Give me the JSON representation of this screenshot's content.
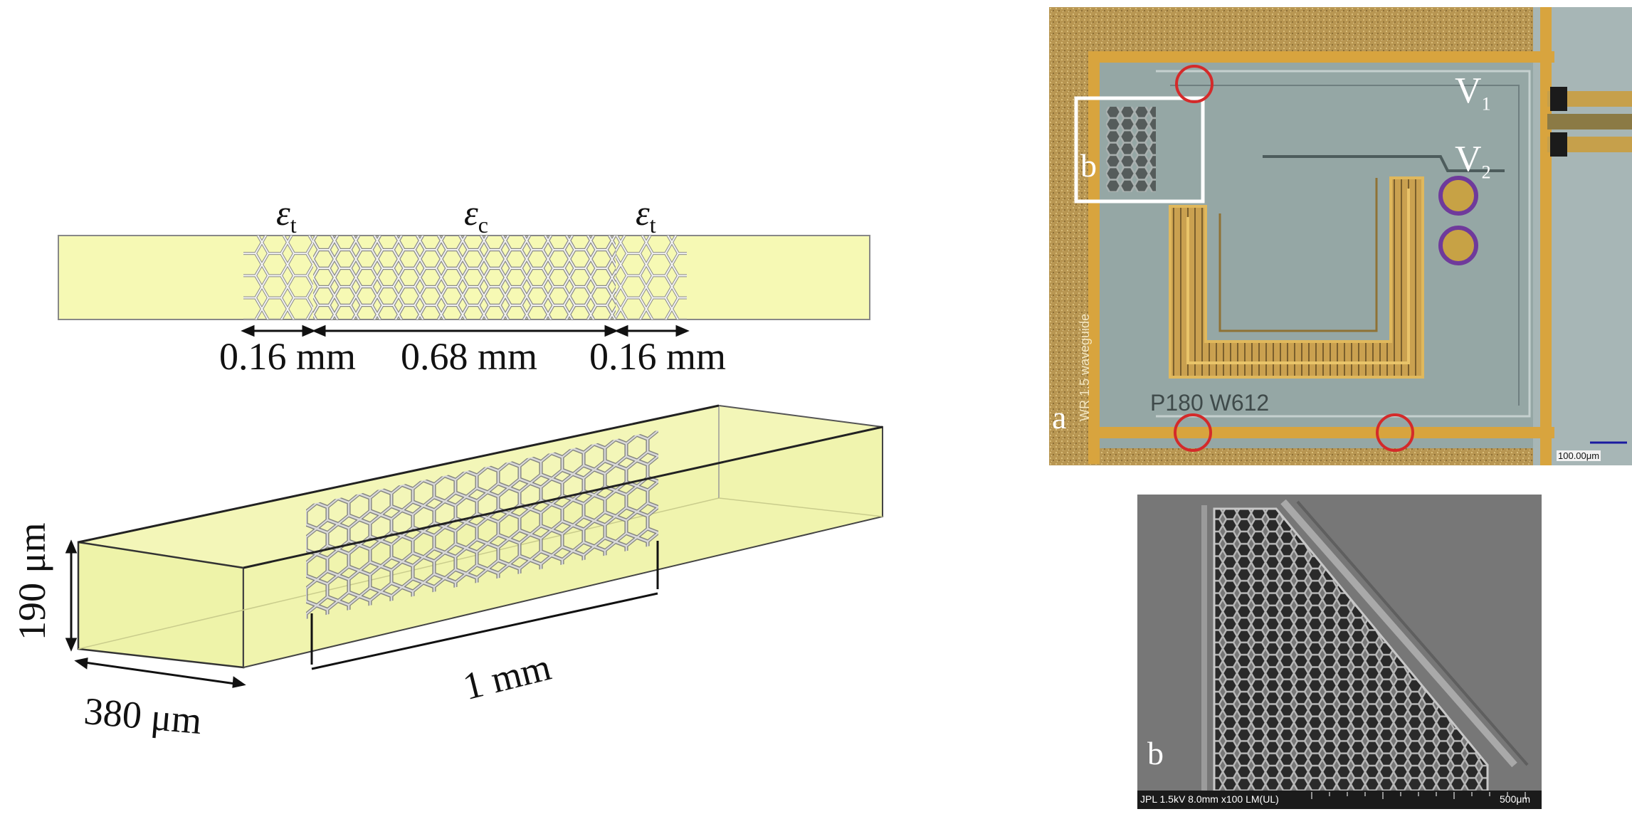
{
  "strip": {
    "eps_t_left": "ε",
    "eps_t_left_sub": "t",
    "eps_c": "ε",
    "eps_c_sub": "c",
    "eps_t_right": "ε",
    "eps_t_right_sub": "t",
    "dim_left": "0.16 mm",
    "dim_center": "0.68 mm",
    "dim_right": "0.16 mm"
  },
  "box": {
    "height_label": "190 μm",
    "width_label": "380 μm",
    "length_label": "1 mm"
  },
  "photo_a": {
    "panel_label": "a",
    "inset_label": "b",
    "v1": "V",
    "v1_sub": "1",
    "v2": "V",
    "v2_sub": "2",
    "chip_text": "P180 W612",
    "side_text": "WR 1.5 waveguide",
    "scale_text": "100.00μm"
  },
  "photo_b": {
    "panel_label": "b",
    "sem_info": "JPL  1.5kV 8.0mm x100 LM(UL)",
    "scale_text": "500μm"
  },
  "colors": {
    "waveguide_fill": "#f6f9b4",
    "gold": "#c99a3c",
    "chip_gray": "#95a7a5",
    "sem_gray": "#7d7d7d",
    "circle_red": "#d42a2a"
  }
}
